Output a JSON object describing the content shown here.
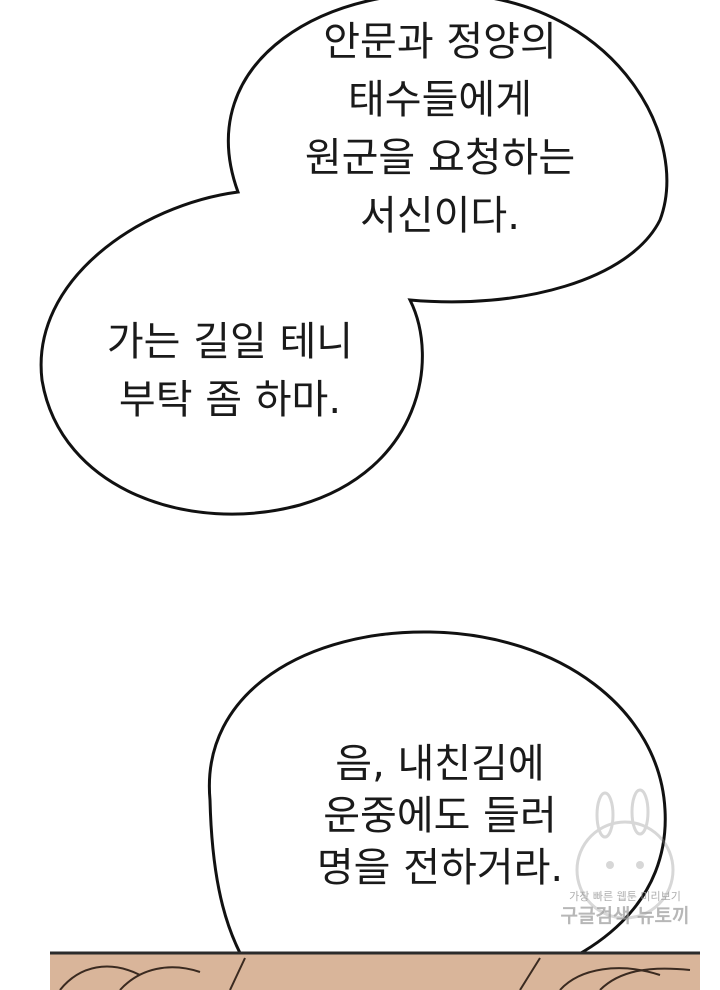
{
  "bubbles": [
    {
      "lines": [
        "안문과 정양의",
        "태수들에게",
        "원군을 요청하는",
        "서신이다."
      ]
    },
    {
      "lines": [
        "가는 길일 테니",
        "부탁 좀 하마."
      ]
    },
    {
      "lines": [
        "음, 내친김에",
        "운중에도 들러",
        "명을 전하거라."
      ]
    }
  ],
  "watermark": {
    "small": "가장 빠른 웹툰 미리보기",
    "big": "구글검색 뉴토끼"
  },
  "colors": {
    "ink": "#1a1a1a",
    "paper": "#ffffff",
    "art_skin": "#d9b59a"
  }
}
